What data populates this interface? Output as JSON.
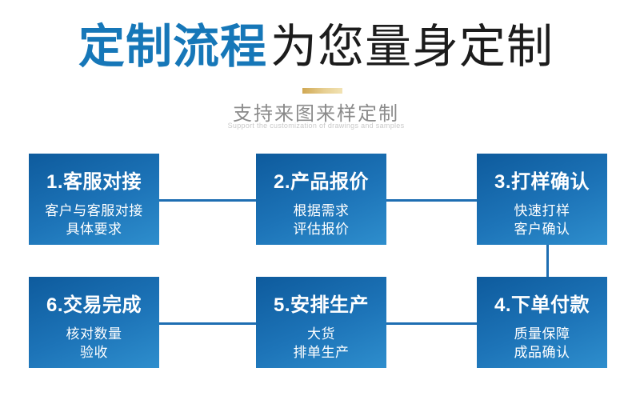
{
  "header": {
    "title_highlight": "定制流程",
    "title_rest": "为您量身定制",
    "subtitle": "支持来图来样定制",
    "subtitle_en": "Support the customization of drawings and samples"
  },
  "colors": {
    "title_accent_blue": "#1677b8",
    "box_gradient_top": "#0e5b9d",
    "box_gradient_bottom": "#2e8ecd",
    "connector_blue": "#1e6eb2",
    "gold_divider_start": "#d0a853",
    "gold_divider_end": "#f2e3b4",
    "subtitle_gray": "#8b8b8b"
  },
  "steps": [
    {
      "title": "1.客服对接",
      "lines": [
        "客户与客服对接",
        "具体要求"
      ]
    },
    {
      "title": "2.产品报价",
      "lines": [
        "根据需求",
        "评估报价"
      ]
    },
    {
      "title": "3.打样确认",
      "lines": [
        "快速打样",
        "客户确认"
      ]
    },
    {
      "title": "4.下单付款",
      "lines": [
        "质量保障",
        "成品确认"
      ]
    },
    {
      "title": "5.安排生产",
      "lines": [
        "大货",
        "排单生产"
      ]
    },
    {
      "title": "6.交易完成",
      "lines": [
        "核对数量",
        "验收"
      ]
    }
  ]
}
